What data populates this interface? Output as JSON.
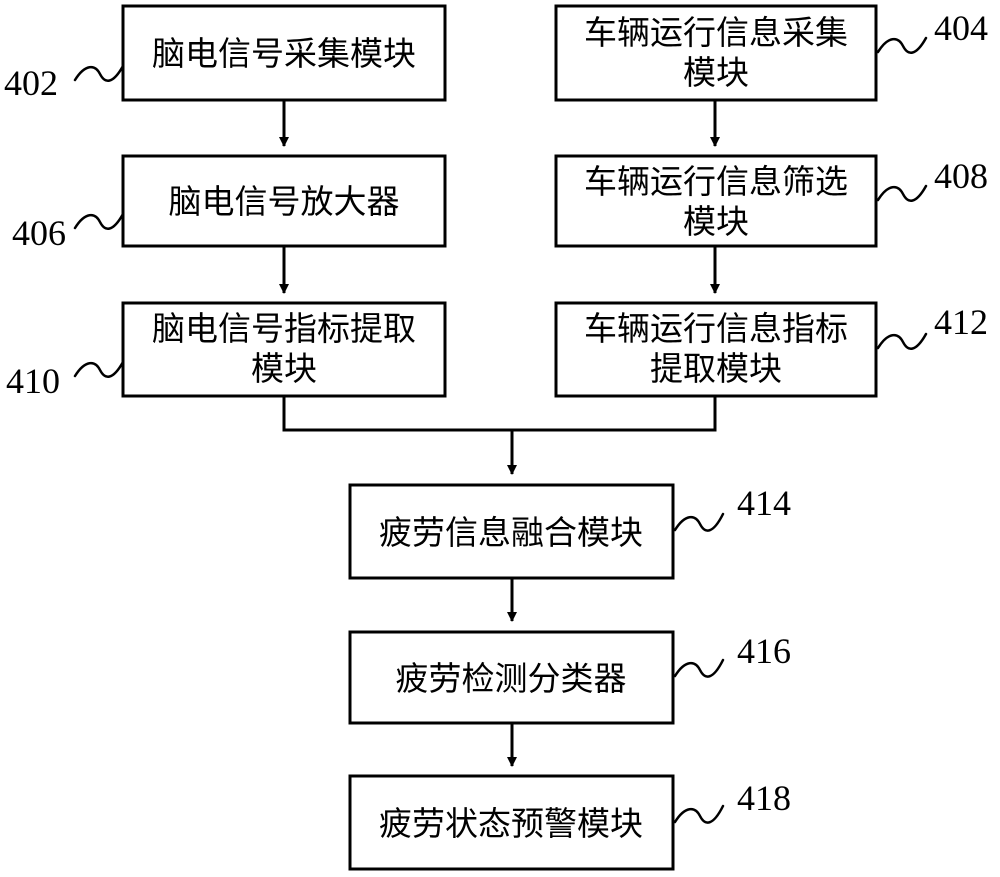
{
  "blocks": {
    "b402": {
      "ref": "402",
      "lines": [
        "脑电信号采集模块"
      ]
    },
    "b404": {
      "ref": "404",
      "lines": [
        "车辆运行信息采集",
        "模块"
      ]
    },
    "b406": {
      "ref": "406",
      "lines": [
        "脑电信号放大器"
      ]
    },
    "b408": {
      "ref": "408",
      "lines": [
        "车辆运行信息筛选",
        "模块"
      ]
    },
    "b410": {
      "ref": "410",
      "lines": [
        "脑电信号指标提取",
        "模块"
      ]
    },
    "b412": {
      "ref": "412",
      "lines": [
        "车辆运行信息指标",
        "提取模块"
      ]
    },
    "b414": {
      "ref": "414",
      "lines": [
        "疲劳信息融合模块"
      ]
    },
    "b416": {
      "ref": "416",
      "lines": [
        "疲劳检测分类器"
      ]
    },
    "b418": {
      "ref": "418",
      "lines": [
        "疲劳状态预警模块"
      ]
    }
  }
}
